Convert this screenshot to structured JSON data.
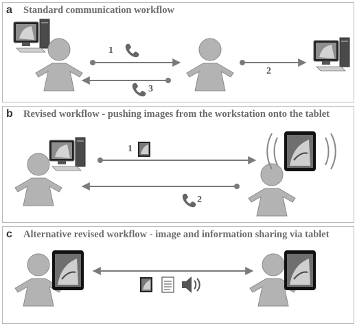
{
  "panels": [
    {
      "label": "a",
      "title": "Standard communication workflow"
    },
    {
      "label": "b",
      "title": "Revised workflow - pushing images from the workstation onto the tablet"
    },
    {
      "label": "c",
      "title": "Alternative revised workflow - image and information sharing via tablet"
    }
  ],
  "steps": {
    "a1": "1",
    "a2": "2",
    "a3": "3",
    "b1": "1",
    "b2": "2"
  },
  "icons": [
    "workstation-icon",
    "person-icon",
    "phone-icon",
    "tablet-icon",
    "image-thumbnail-icon",
    "document-icon",
    "speaker-icon"
  ],
  "colors": {
    "figure": "#b3b3b3",
    "arrow": "#7a7a7a",
    "screen": "#111111",
    "title": "#6c6c6c"
  }
}
